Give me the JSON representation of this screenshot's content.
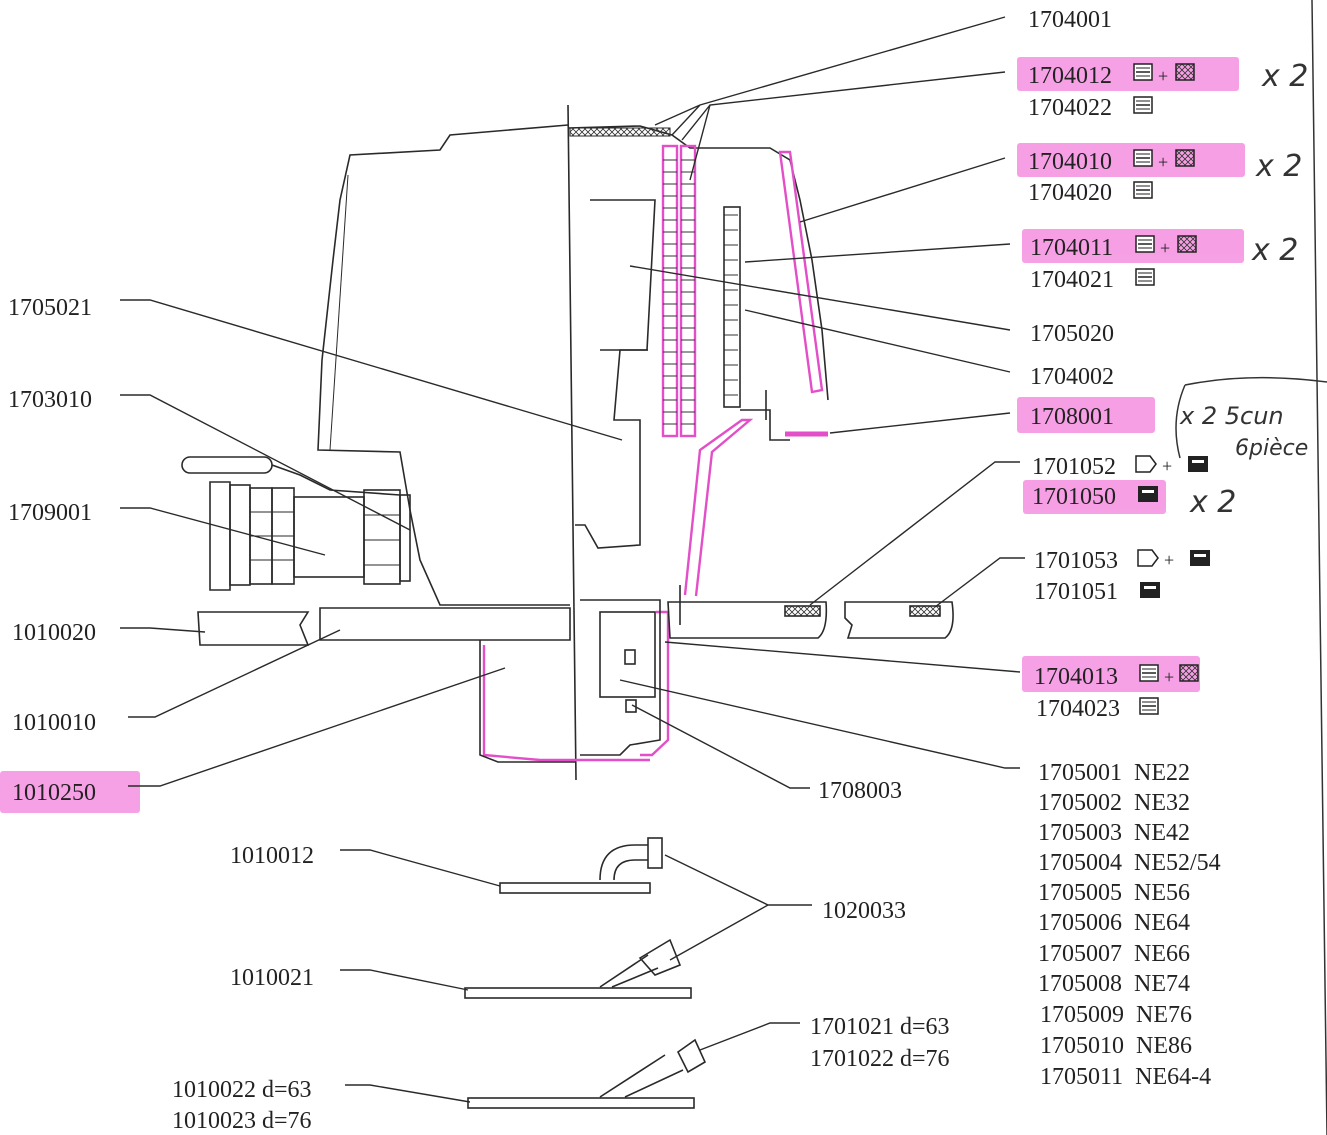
{
  "highlight_color": "#f58fe0",
  "ink_color": "#2a2a2a",
  "labels": {
    "p1704001": "1704001",
    "p1704012": "1704012",
    "p1704022": "1704022",
    "p1704010": "1704010",
    "p1704020": "1704020",
    "p1704011": "1704011",
    "p1704021": "1704021",
    "p1705020": "1705020",
    "p1704002": "1704002",
    "p1708001": "1708001",
    "p1701052": "1701052",
    "p1701050": "1701050",
    "p1701053": "1701053",
    "p1701051": "1701051",
    "p1704013": "1704013",
    "p1704023": "1704023",
    "p1705021": "1705021",
    "p1703010": "1703010",
    "p1709001": "1709001",
    "p1010020": "1010020",
    "p1010010": "1010010",
    "p1010250": "1010250",
    "p1708003": "1708003",
    "p1010012": "1010012",
    "p1020033": "1020033",
    "p1010021": "1010021",
    "p1701021": "1701021 d=63",
    "p1701022": "1701022 d=76",
    "p1010022": "1010022 d=63",
    "p1010023": "1010023 d=76"
  },
  "nozzle_list": [
    "1705001  NE22",
    "1705002  NE32",
    "1705003  NE42",
    "1705004  NE52/54",
    "1705005  NE56",
    "1705006  NE64",
    "1705007  NE66",
    "1705008  NE74",
    "1705009  NE76",
    "1705010  NE86",
    "1705011  NE64-4"
  ],
  "handwritten": {
    "x2_a": "x 2",
    "x2_b": "x 2",
    "x2_c": "x 2",
    "note_line1": "x 2  5cun",
    "note_line2": "6pièce",
    "x2_d": "x 2"
  },
  "symbols": {
    "plus": "+"
  }
}
